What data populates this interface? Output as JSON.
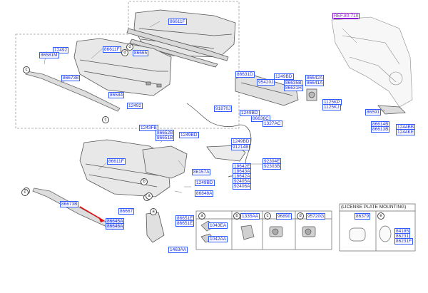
{
  "ref_label": "REF.80-710",
  "section_title": "(LICENSE PLATE MOUNTING)",
  "callouts": [
    "c",
    "d",
    "c",
    "c",
    "b",
    "a",
    "b",
    "d",
    "c",
    "a"
  ],
  "table_letters": [
    "a",
    "b",
    "c",
    "d",
    "e"
  ],
  "labels": {
    "p86611F_top": "86611F",
    "p86611F_mid": "86611F",
    "p86611F_low": "86611F",
    "p12492_a": "12492",
    "p86581M": "86581M",
    "p86673B_a": "86673B",
    "p86665": "86665",
    "p86584": "86584",
    "p12492_b": "12492",
    "p86631D": "86631D",
    "p95420J": "95420J",
    "p1249BD_a": "1249BD",
    "p86635B": "86635B",
    "p86631H": "86631H",
    "p86642A": "86642A",
    "p86641A": "86641A",
    "p1125KP": "1125KP",
    "p1125KJ": "1125KJ",
    "p91870J": "91870J",
    "p1249BD_b": "1249BD",
    "p86636C": "86636C",
    "p1327AC": "1327AC",
    "p86591": "86591",
    "p86614B": "86614B",
    "p86613B": "86613B",
    "p1244BB": "1244BB",
    "p1244KE": "1244KE",
    "p1243FB": "1243FB",
    "p86652B": "86652B",
    "p86651B": "86651B",
    "p1249BD_c": "1249BD",
    "p1249BD_d": "1249BD",
    "p91214B": "91214B",
    "p92304E": "92304E",
    "p92303B": "92303B",
    "p18642E": "18642E",
    "p18643A": "18643A",
    "p18642A": "18642A",
    "p92405A": "92405A",
    "p92406A": "92406A",
    "p86157A": "86157A",
    "p1249BD_e": "1249BD",
    "p86848A": "86848A",
    "p86673B_b": "86673B",
    "p86667": "86667",
    "p86645A": "86645A",
    "p86646A": "86646A",
    "p86651E": "86651E",
    "p86651E2": "86651E",
    "p1043EA": "1043EA",
    "p1042AA": "1042AA",
    "p1335AA": "1335AA",
    "p96890": "96890",
    "p95720G": "95720G",
    "p1463AA": "1463AA",
    "p86379": "86379",
    "p84185": "84185",
    "p86231": "86231",
    "p86231F": "86231F"
  }
}
